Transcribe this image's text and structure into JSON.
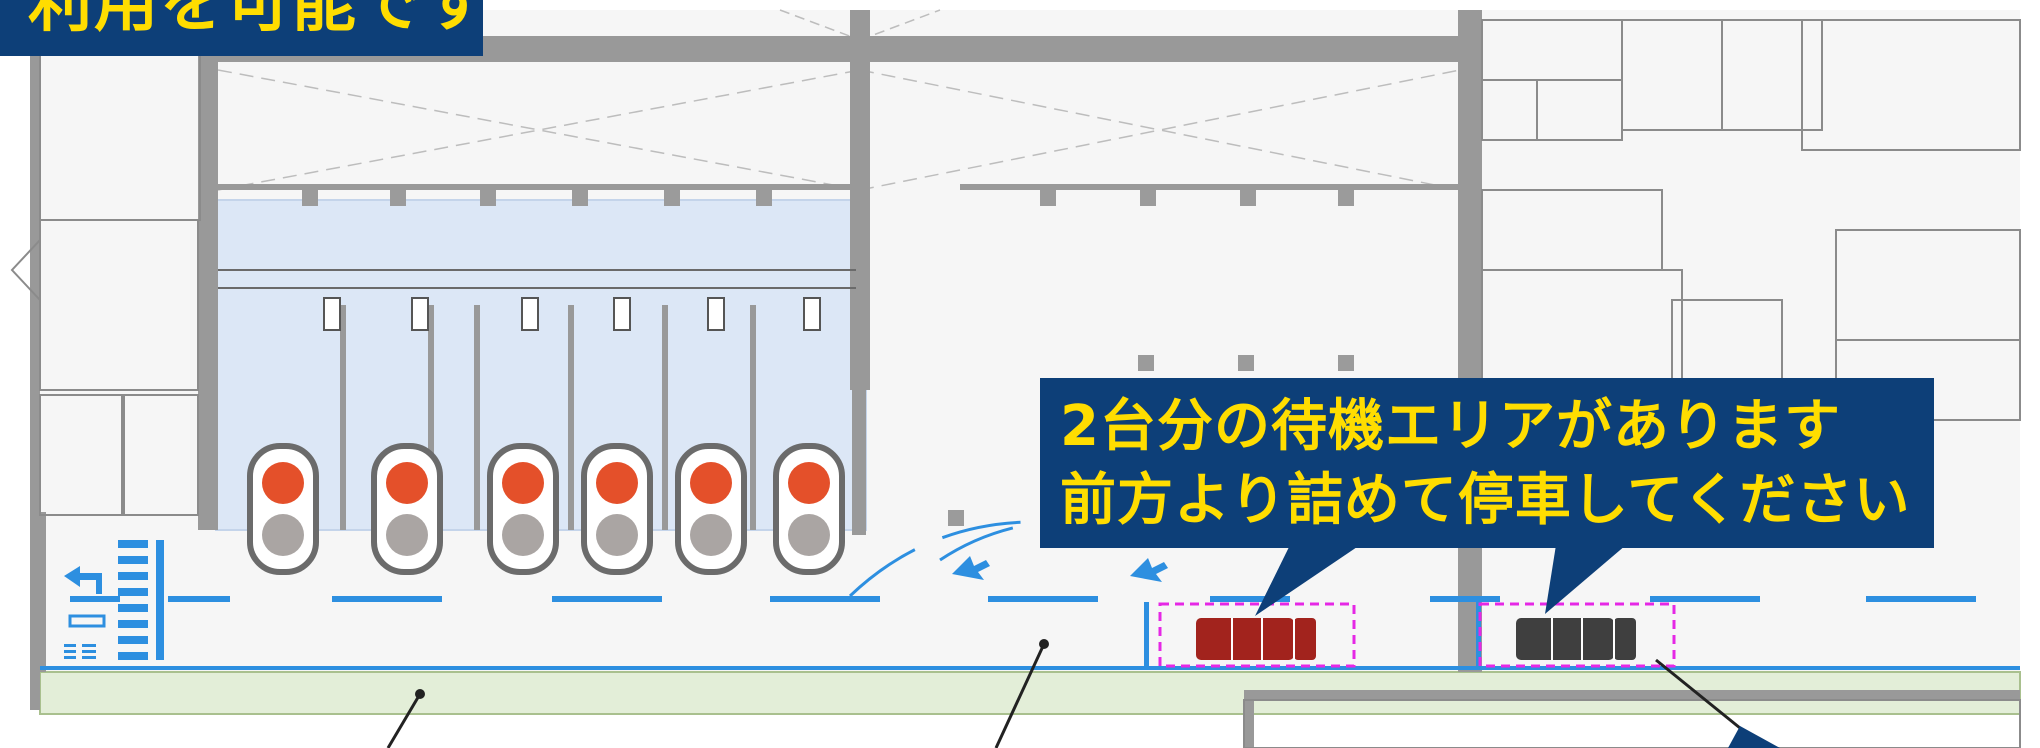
{
  "top_label": {
    "text": "利用を可能です"
  },
  "callout": {
    "line1": "2台分の待機エリアがあります",
    "line2": "前方より詰めて停車してください"
  },
  "signals": {
    "count": 6,
    "top_color": "#e4502a",
    "bottom_color": "#aaa5a3",
    "frame_color": "#6b6b6b"
  },
  "vehicles": [
    {
      "name": "red-truck",
      "color": "#a2231d"
    },
    {
      "name": "dark-truck",
      "color": "#3f3f3f"
    }
  ],
  "colors": {
    "wall": "#999999",
    "floor": "#f6f6f6",
    "loading_bay": "#dce7f6",
    "sidewalk": "#e3eed8",
    "road_marking": "#2d8fe0",
    "waiting_area_outline": "#e528e5",
    "callout_bg": "#0d3f78",
    "callout_text": "#ffdd00"
  }
}
